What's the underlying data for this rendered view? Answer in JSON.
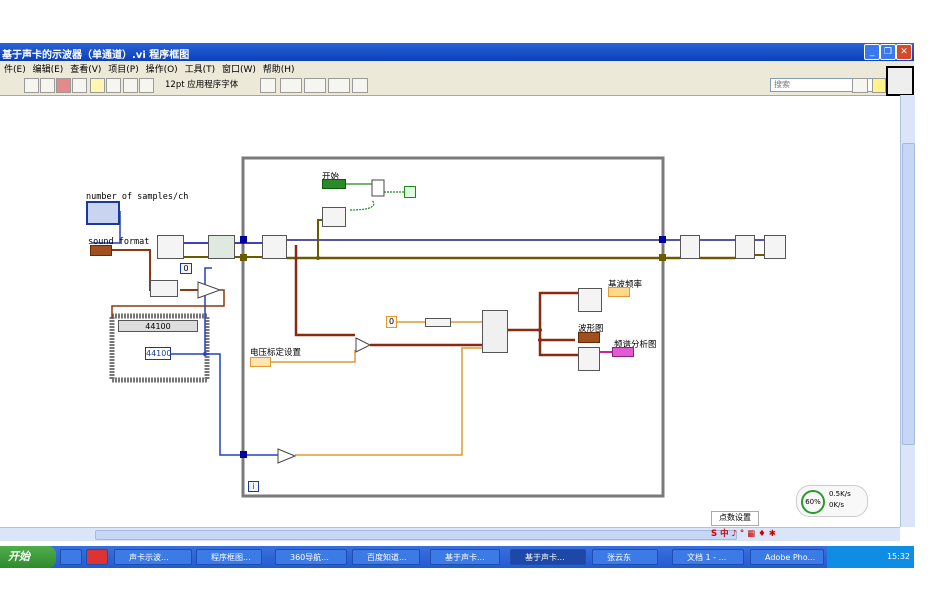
{
  "window": {
    "title": "基于声卡的示波器（单通道）.vi 程序框图"
  },
  "menu": [
    {
      "label": "件(E)"
    },
    {
      "label": "编辑(E)"
    },
    {
      "label": "查看(V)"
    },
    {
      "label": "项目(P)"
    },
    {
      "label": "操作(O)"
    },
    {
      "label": "工具(T)"
    },
    {
      "label": "窗口(W)"
    },
    {
      "label": "帮助(H)"
    }
  ],
  "toolbar": {
    "font_label": "12pt 应用程序字体",
    "search_placeholder": "搜索"
  },
  "diagram": {
    "labels": {
      "samples": "number of samples/ch",
      "sound_format": "sound format",
      "start": "开始",
      "voltage": "电压标定设置",
      "fundamental": "基波频率",
      "waveform": "波形图",
      "spectrum": "频谱分析图",
      "rate_value": "44100",
      "rate_selector": "44100",
      "zero_const": "0",
      "zero_const2": "0",
      "loop_index": "i"
    }
  },
  "overlay": {
    "ime_label": "点数设置",
    "net_percent": "60%",
    "net_up": "0.5K/s",
    "net_down": "0K/s"
  },
  "taskbar": {
    "start": "开始",
    "tasks": [
      {
        "label": "声卡示波..."
      },
      {
        "label": "程序框图..."
      },
      {
        "label": "360导航..."
      },
      {
        "label": "百度知道..."
      },
      {
        "label": "基于声卡..."
      },
      {
        "label": "基于声卡..."
      },
      {
        "label": "张云东"
      },
      {
        "label": "文档 1 - ..."
      },
      {
        "label": "Adobe Pho..."
      }
    ],
    "clock": "15:32"
  }
}
